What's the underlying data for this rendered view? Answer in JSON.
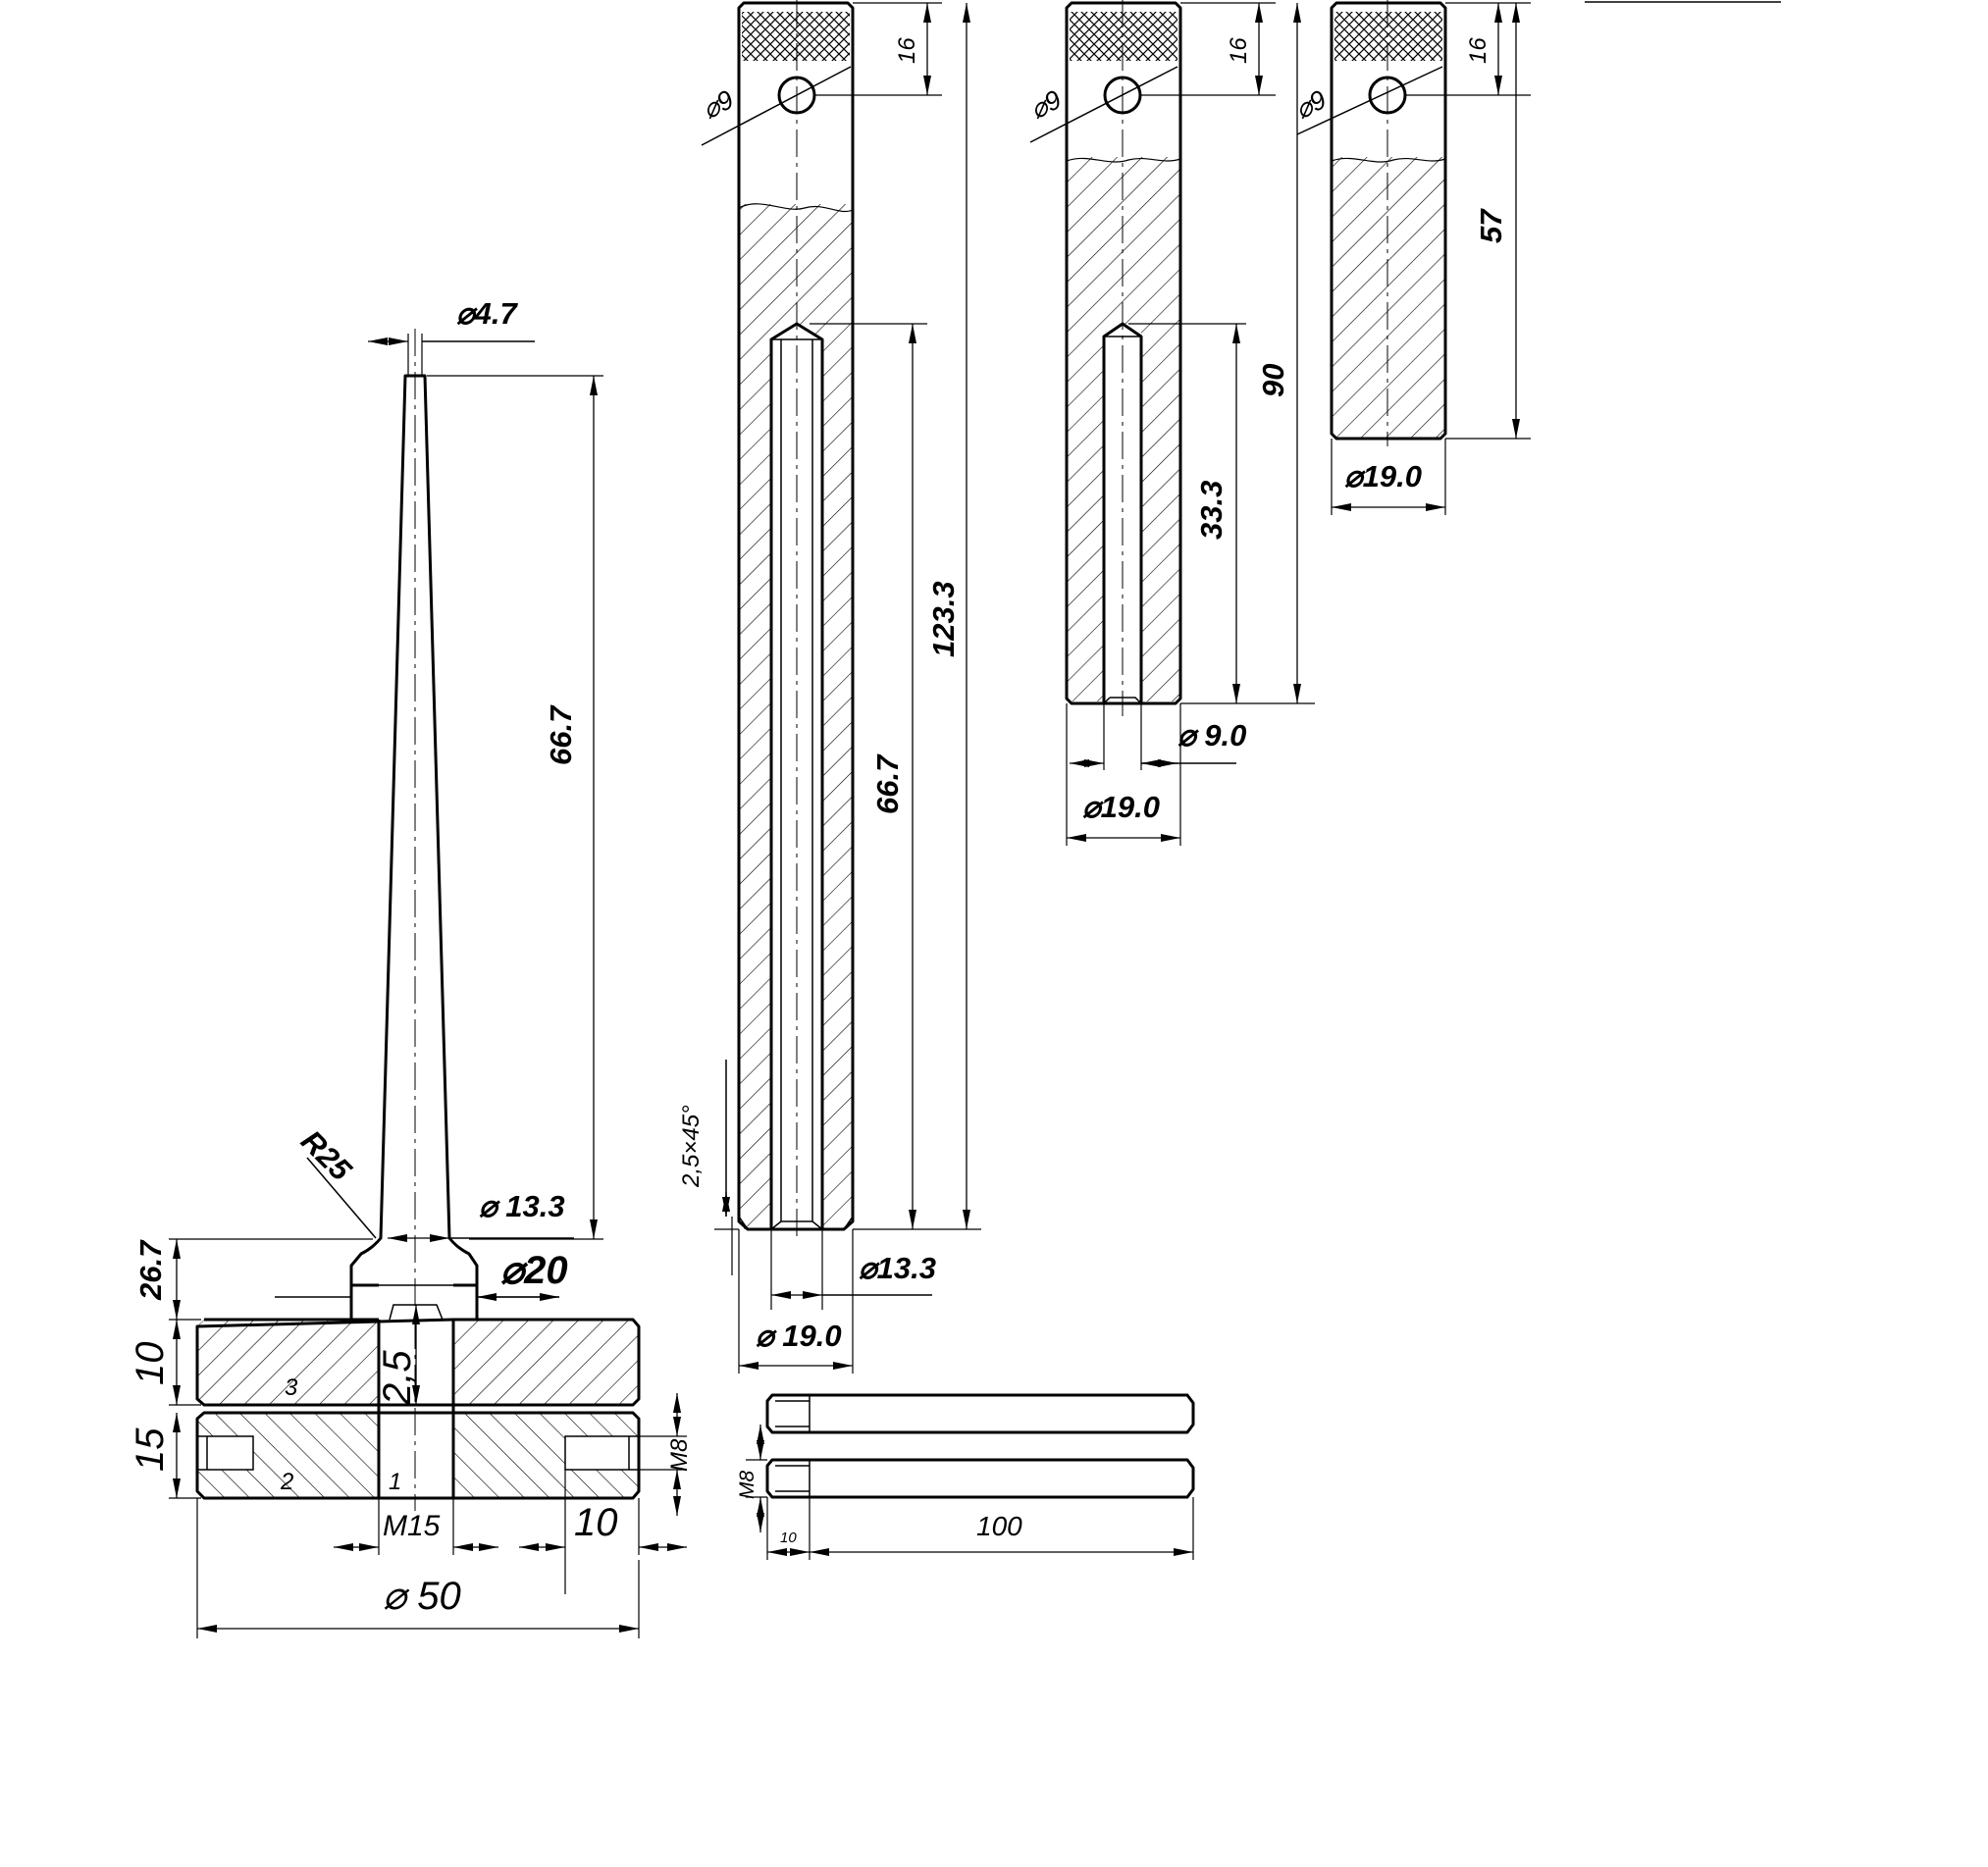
{
  "drawing": {
    "part1": {
      "tip_diameter": "⌀4.7",
      "cone_length": "66.7",
      "fillet_radius": "R25",
      "cone_base_diameter": "⌀ 13.3",
      "boss_diameter": "⌀20",
      "boss_height": "26.7",
      "plate_top_thickness": "10",
      "plate_bottom_thickness": "15",
      "chamfer": "2,5",
      "thread_center": "M15",
      "bolt_spacing": "10",
      "flange_diameter": "⌀ 50",
      "thread_side": "M8",
      "item_1": "1",
      "item_2": "2",
      "item_3": "3"
    },
    "part2": {
      "hole_diameter": "⌀9",
      "hole_offset": "16",
      "total_length": "123.3",
      "bore_length": "66.7",
      "chamfer_spec": "2,5×45°",
      "bore_diameter": "⌀13.3",
      "outer_diameter": "⌀ 19.0"
    },
    "part3": {
      "hole_diameter": "⌀9",
      "hole_offset": "16",
      "total_length": "90",
      "bore_length": "33.3",
      "bore_diameter": "⌀ 9.0",
      "outer_diameter": "⌀19.0"
    },
    "part4": {
      "hole_diameter": "⌀9",
      "hole_offset": "16",
      "length": "57",
      "outer_diameter": "⌀19.0"
    },
    "part5": {
      "thread": "M8",
      "thread_length": "10",
      "rod_length": "100"
    }
  }
}
